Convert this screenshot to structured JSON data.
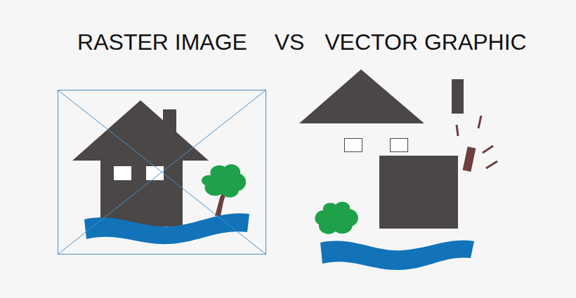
{
  "diagram": {
    "labels": [
      "RASTER IMAGE",
      "VS",
      "VECTOR GRAPHIC"
    ]
  }
}
